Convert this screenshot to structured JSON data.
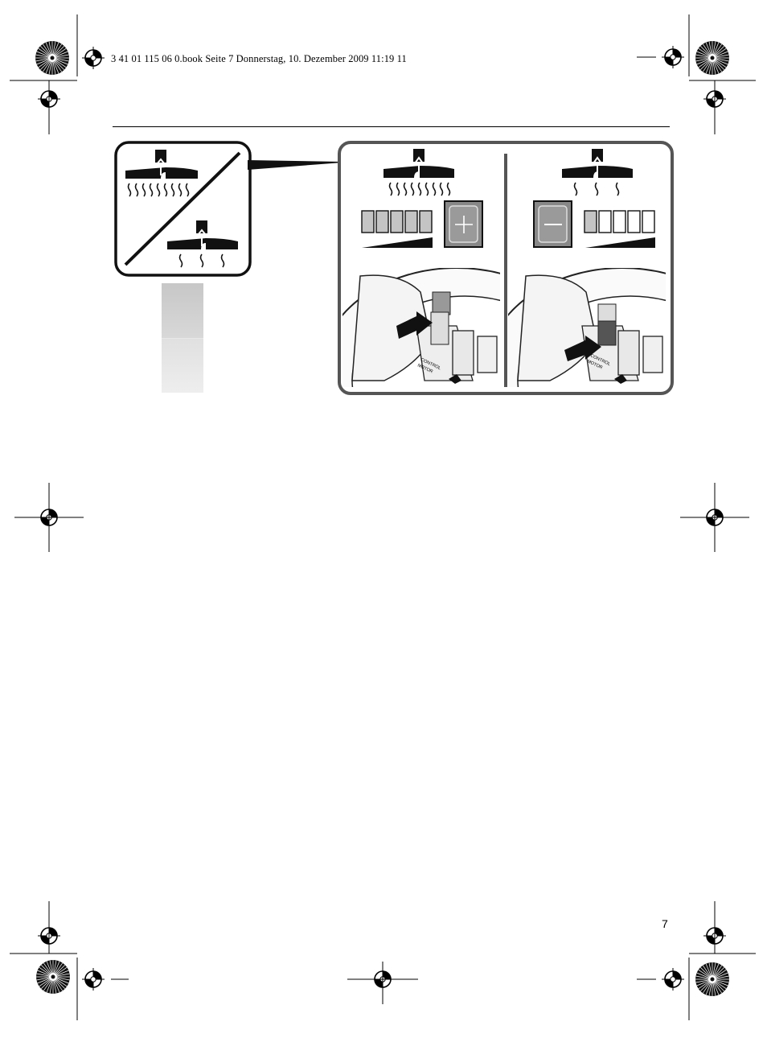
{
  "header": {
    "file_info": "3 41 01 115 06 0.book  Seite 7  Donnerstag, 10. Dezember 2009  11:19 11"
  },
  "figure": {
    "panel_increase": {
      "button_symbol": "+",
      "button_icon": "plus-icon",
      "level_segments_filled": 5,
      "level_segments_total": 5
    },
    "panel_decrease": {
      "button_symbol": "−",
      "button_icon": "minus-icon",
      "level_segments_filled": 1,
      "level_segments_total": 5
    },
    "device_labels": [
      "CONTROL",
      "MOTOR"
    ]
  },
  "footer": {
    "page_number": "7"
  },
  "colors": {
    "frame": "#555555",
    "button_fill": "#8a8a8a",
    "segment_fill": "#c4c4c4"
  }
}
